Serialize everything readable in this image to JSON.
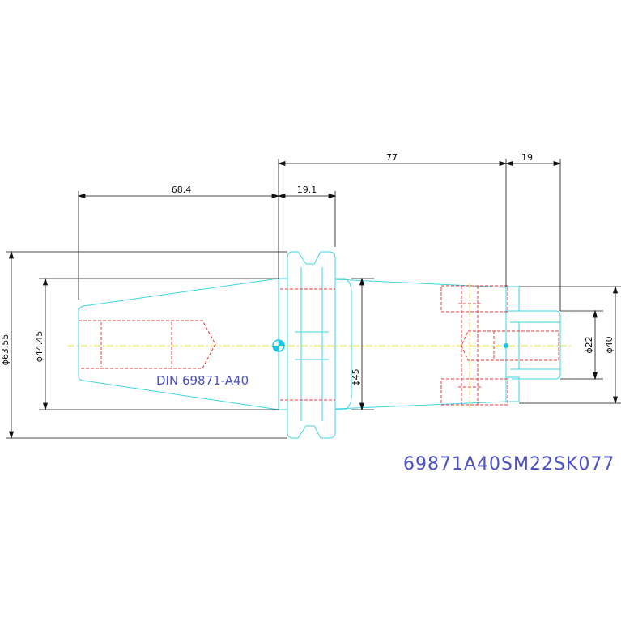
{
  "drawing": {
    "title": "DIN 69871-A40",
    "part_number": "69871A40SM22SK077"
  },
  "dimensions": {
    "taper_length": "68.4",
    "flange_width": "19.1",
    "body_length": "77",
    "pilot_length": "19",
    "flange_diameter": "ϕ63.55",
    "taper_diameter": "ϕ44.45",
    "neck_diameter": "ϕ45",
    "pilot_diameter": "ϕ22",
    "face_diameter": "ϕ40"
  },
  "colors": {
    "outline": "#3fd4e4",
    "hidden": "#e43c3c",
    "center": "#e8e040",
    "dimension": "#111111",
    "text": "#4b50c8",
    "marker": "#19c8e8"
  }
}
